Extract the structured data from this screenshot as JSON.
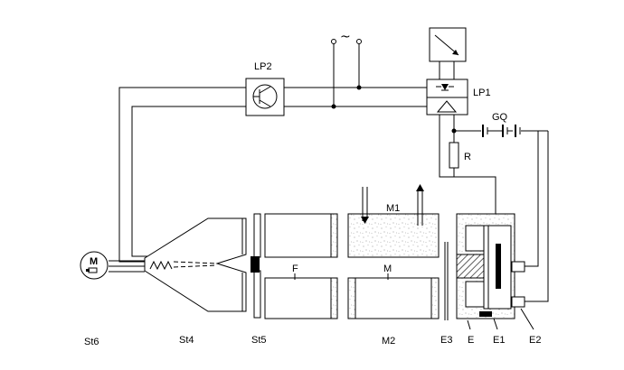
{
  "labels": {
    "lp2": "LP2",
    "lp1": "LP1",
    "gq": "GQ",
    "r": "R",
    "m1": "M1",
    "f": "F",
    "m": "M",
    "motor_letter": "M",
    "st6": "St6",
    "st4": "St4",
    "st5": "St5",
    "m2": "M2",
    "e3": "E3",
    "e": "E",
    "e1": "E1",
    "e2": "E2",
    "ac_symbol": "~"
  }
}
